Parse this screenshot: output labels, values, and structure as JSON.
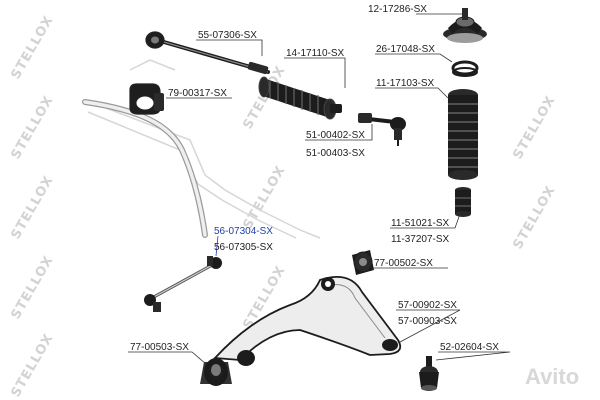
{
  "diagram": {
    "watermark_text": "STELLOX",
    "watermark_corner_text": "Avito",
    "colors": {
      "part_dark": "#1b1b1b",
      "part_light": "#f2f2f2",
      "subframe": "#d9d9d9",
      "label": "#222222",
      "highlight": "#1f3fa8"
    },
    "labels": {
      "tie_rod_inner": "55-07306-SX",
      "steering_boot": "14-17110-SX",
      "stabilizer_bushing": "79-00317-SX",
      "tie_rod_end_1": "51-00402-SX",
      "tie_rod_end_2": "51-00403-SX",
      "strut_mount": "12-17286-SX",
      "strut_bearing": "26-17048-SX",
      "strut_boot": "11-17103-SX",
      "bump_stop_1": "11-51021-SX",
      "bump_stop_2": "11-37207-SX",
      "stabilizer_link_1": "56-07304-SX",
      "stabilizer_link_2": "56-07305-SX",
      "arm_bushing_front": "77-00502-SX",
      "control_arm_1": "57-00902-SX",
      "control_arm_2": "57-00903-SX",
      "arm_bushing_rear": "77-00503-SX",
      "ball_joint": "52-02604-SX"
    }
  }
}
